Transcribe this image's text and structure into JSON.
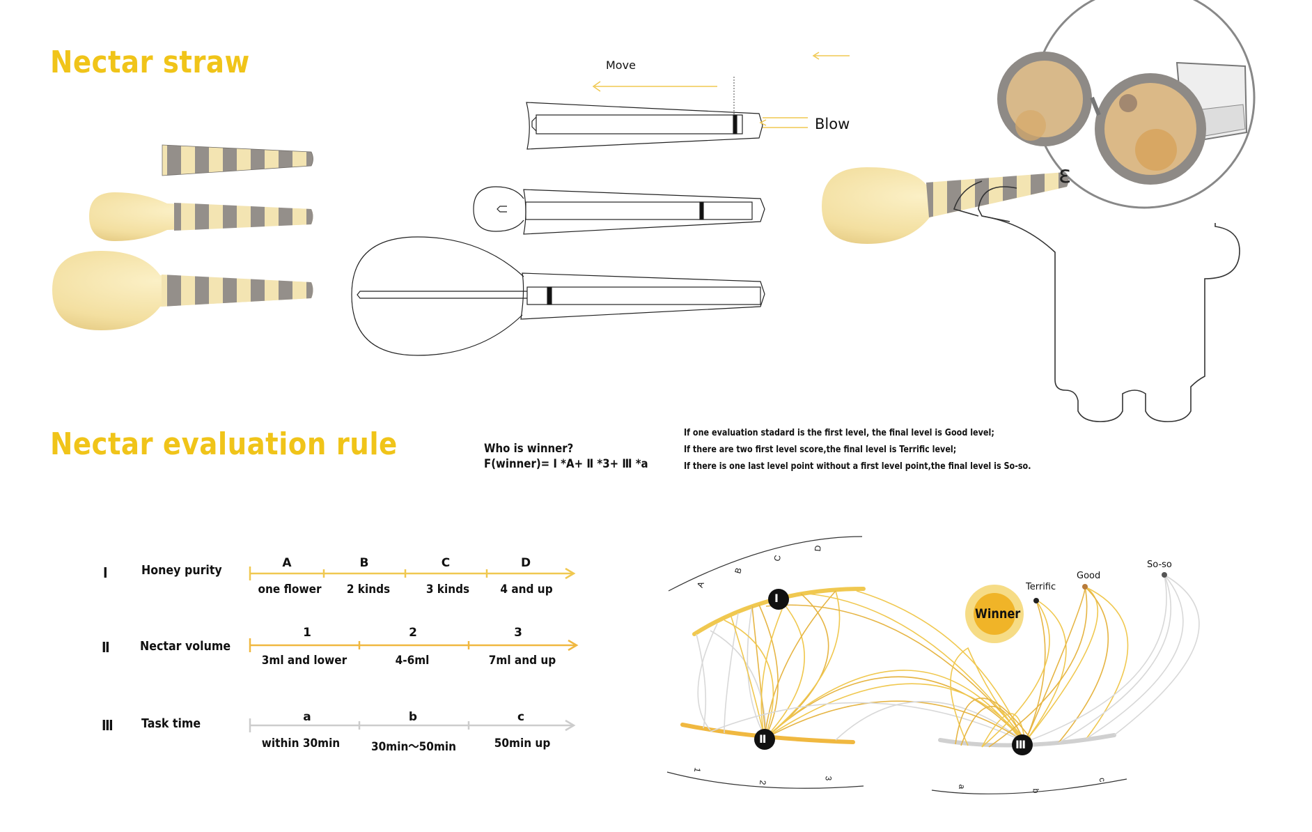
{
  "titles": {
    "straw": "Nectar straw",
    "evaluation": "Nectar evaluation rule"
  },
  "straw_diagram": {
    "move_label": "Move",
    "blow_label": "Blow"
  },
  "formula": {
    "question": "Who is winner?",
    "expression": "F(winner)= Ⅰ *A+ Ⅱ *3+ Ⅲ *a"
  },
  "rules": [
    "If one evaluation stadard is the first level, the final level is Good level;",
    "If there are two first level score,the final level is Terrific level;",
    "If there is one last level point without a first level point,the final level is So-so."
  ],
  "criteria": [
    {
      "numeral": "Ⅰ",
      "name": "Honey purity",
      "levels": [
        "A",
        "B",
        "C",
        "D"
      ],
      "values": [
        "one flower",
        "2 kinds",
        "3 kinds",
        "4 and up"
      ],
      "color": "#f0c850"
    },
    {
      "numeral": "Ⅱ",
      "name": "Nectar volume",
      "levels": [
        "1",
        "2",
        "3"
      ],
      "values": [
        "3ml and lower",
        "4-6ml",
        "7ml and up"
      ],
      "color": "#f0b840"
    },
    {
      "numeral": "Ⅲ",
      "name": "Task time",
      "levels": [
        "a",
        "b",
        "c"
      ],
      "values": [
        "within 30min",
        "30min～50min",
        "50min up"
      ],
      "color": "#c8c8c8"
    }
  ],
  "network": {
    "node_1": "Ⅰ",
    "node_2": "Ⅱ",
    "node_3": "Ⅲ",
    "arc1_letters": [
      "A",
      "B",
      "C",
      "D"
    ],
    "arc2_numbers": [
      "1",
      "2",
      "3"
    ],
    "arc3_letters": [
      "a",
      "b",
      "c"
    ],
    "winner": "Winner",
    "terrific": "Terrific",
    "good": "Good",
    "soso": "So-so"
  },
  "colors": {
    "accent": "#f0c419",
    "orange": "#e8a83a",
    "grey": "#cccccc",
    "straw_cream": "#f6e4a6",
    "straw_grey": "#8f8a86"
  }
}
